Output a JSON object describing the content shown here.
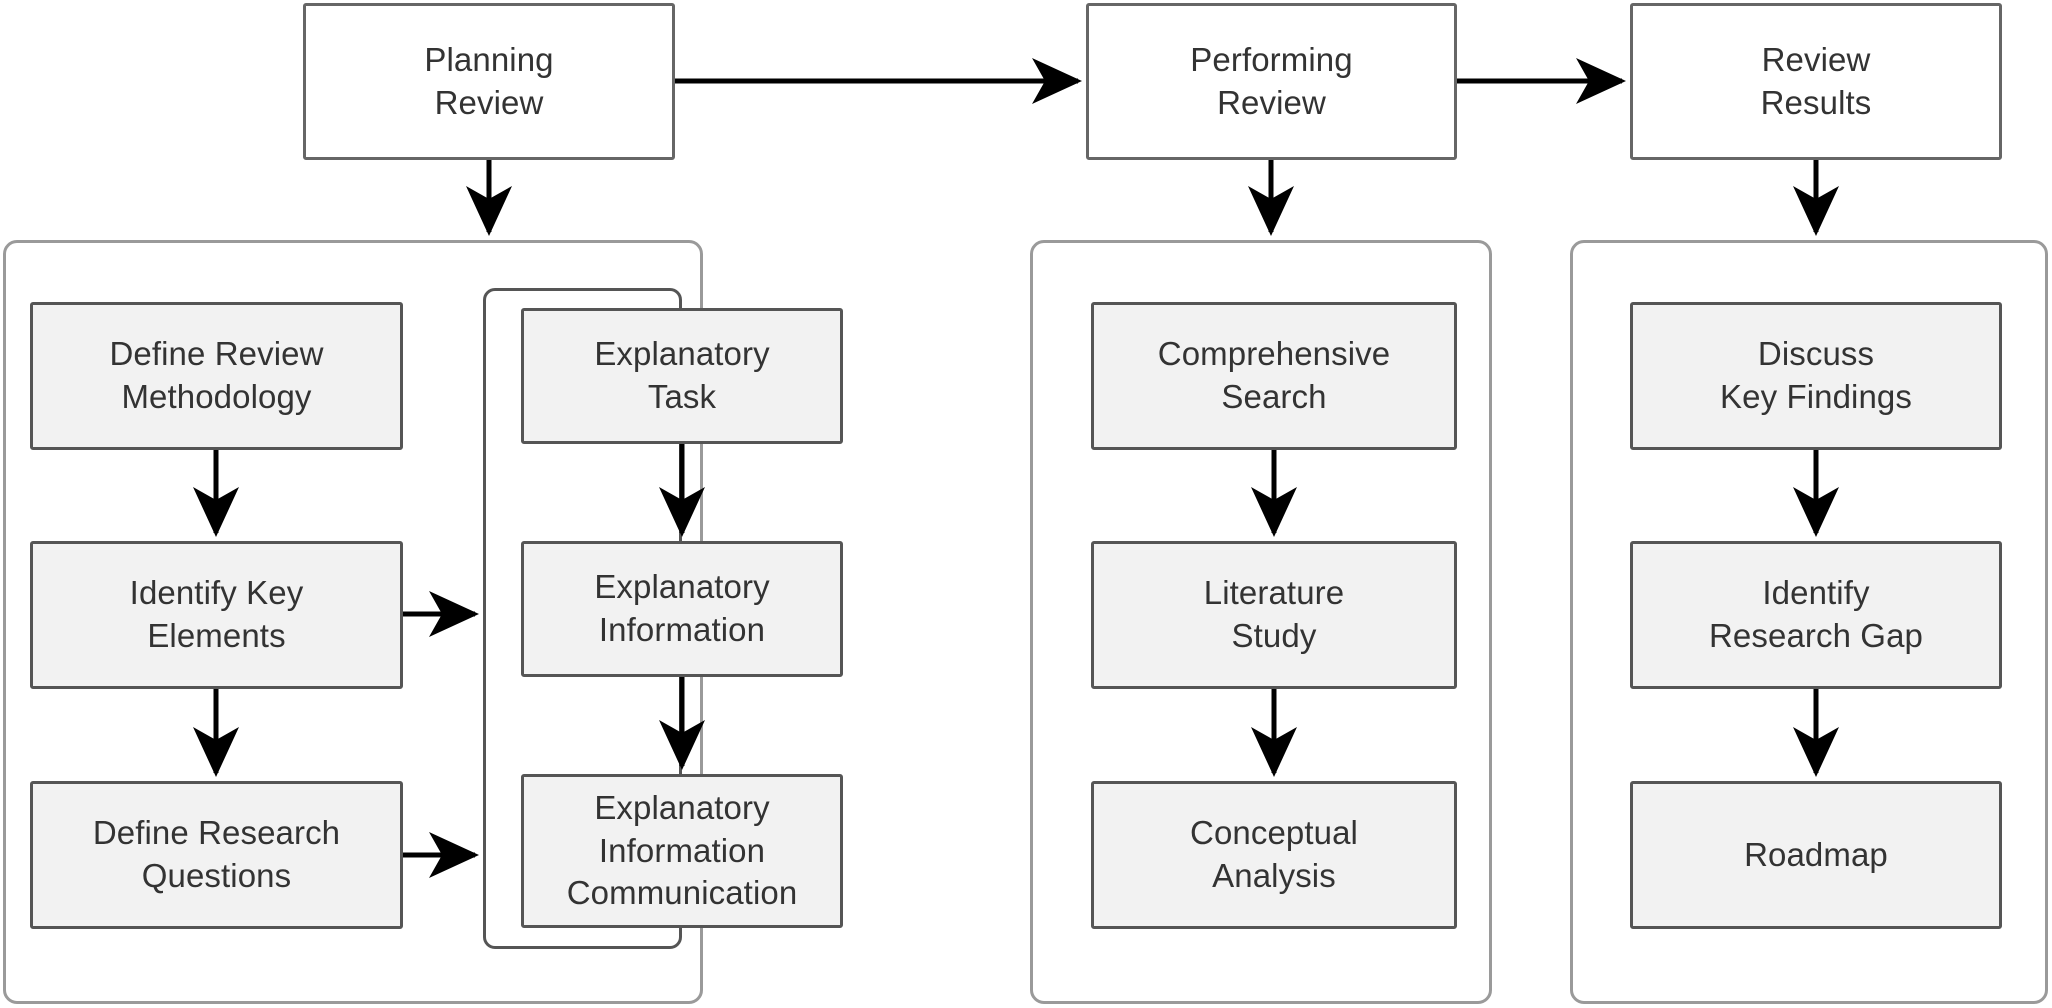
{
  "diagram": {
    "title_present": false,
    "colors": {
      "phase_border": "#666666",
      "phase_fill": "#ffffff",
      "step_border": "#555555",
      "step_fill": "#f2f2f2",
      "container_border": "#9a9a9a",
      "subcontainer_border": "#555555",
      "arrow": "#000000",
      "text": "#333333",
      "background": "#ffffff"
    }
  },
  "phases": [
    {
      "id": "planning-review",
      "label": "Planning\nReview",
      "line1": "Planning",
      "line2": "Review"
    },
    {
      "id": "performing-review",
      "label": "Performing\nReview",
      "line1": "Performing",
      "line2": "Review"
    },
    {
      "id": "review-results",
      "label": "Review\nResults",
      "line1": "Review",
      "line2": "Results"
    }
  ],
  "groups": [
    {
      "id": "planning-review-group",
      "phase": "planning-review",
      "left_column": [
        {
          "id": "define-review-methodology",
          "line1": "Define Review",
          "line2": "Methodology",
          "line3": ""
        },
        {
          "id": "identify-key-elements",
          "line1": "Identify Key",
          "line2": "Elements",
          "line3": ""
        },
        {
          "id": "define-research-questions",
          "line1": "Define Research",
          "line2": "Questions",
          "line3": ""
        }
      ],
      "nested_group": {
        "id": "explanatory-subgroup",
        "items": [
          {
            "id": "explanatory-task",
            "line1": "Explanatory",
            "line2": "Task",
            "line3": ""
          },
          {
            "id": "explanatory-information",
            "line1": "Explanatory",
            "line2": "Information",
            "line3": ""
          },
          {
            "id": "explanatory-information-communication",
            "line1": "Explanatory",
            "line2": "Information",
            "line3": "Communication"
          }
        ]
      }
    },
    {
      "id": "performing-review-group",
      "phase": "performing-review",
      "items": [
        {
          "id": "comprehensive-search",
          "line1": "Comprehensive",
          "line2": "Search",
          "line3": ""
        },
        {
          "id": "literature-study",
          "line1": "Literature",
          "line2": "Study",
          "line3": ""
        },
        {
          "id": "conceptual-analysis",
          "line1": "Conceptual",
          "line2": "Analysis",
          "line3": ""
        }
      ]
    },
    {
      "id": "review-results-group",
      "phase": "review-results",
      "items": [
        {
          "id": "discuss-key-findings",
          "line1": "Discuss",
          "line2": "Key Findings",
          "line3": ""
        },
        {
          "id": "identify-research-gap",
          "line1": "Identify",
          "line2": "Research Gap",
          "line3": ""
        },
        {
          "id": "roadmap",
          "line1": "Roadmap",
          "line2": "",
          "line3": ""
        }
      ]
    }
  ],
  "connections": [
    {
      "id": "planning-to-performing",
      "from": "planning-review",
      "to": "performing-review",
      "direction": "right"
    },
    {
      "id": "performing-to-results",
      "from": "performing-review",
      "to": "review-results",
      "direction": "right"
    },
    {
      "id": "planning-to-group",
      "from": "planning-review",
      "to": "planning-review-group",
      "direction": "down"
    },
    {
      "id": "performing-to-group",
      "from": "performing-review",
      "to": "performing-review-group",
      "direction": "down"
    },
    {
      "id": "results-to-group",
      "from": "review-results",
      "to": "review-results-group",
      "direction": "down"
    },
    {
      "id": "methodology-to-elements",
      "from": "define-review-methodology",
      "to": "identify-key-elements",
      "direction": "down"
    },
    {
      "id": "elements-to-questions",
      "from": "identify-key-elements",
      "to": "define-research-questions",
      "direction": "down"
    },
    {
      "id": "elements-to-explanatory-info",
      "from": "identify-key-elements",
      "to": "explanatory-information",
      "direction": "right"
    },
    {
      "id": "questions-to-explanatory-comm",
      "from": "define-research-questions",
      "to": "explanatory-information-communication",
      "direction": "right"
    },
    {
      "id": "task-to-information",
      "from": "explanatory-task",
      "to": "explanatory-information",
      "direction": "down"
    },
    {
      "id": "information-to-communication",
      "from": "explanatory-information",
      "to": "explanatory-information-communication",
      "direction": "down"
    },
    {
      "id": "search-to-literature",
      "from": "comprehensive-search",
      "to": "literature-study",
      "direction": "down"
    },
    {
      "id": "literature-to-conceptual",
      "from": "literature-study",
      "to": "conceptual-analysis",
      "direction": "down"
    },
    {
      "id": "findings-to-gap",
      "from": "discuss-key-findings",
      "to": "identify-research-gap",
      "direction": "down"
    },
    {
      "id": "gap-to-roadmap",
      "from": "identify-research-gap",
      "to": "roadmap",
      "direction": "down"
    }
  ]
}
